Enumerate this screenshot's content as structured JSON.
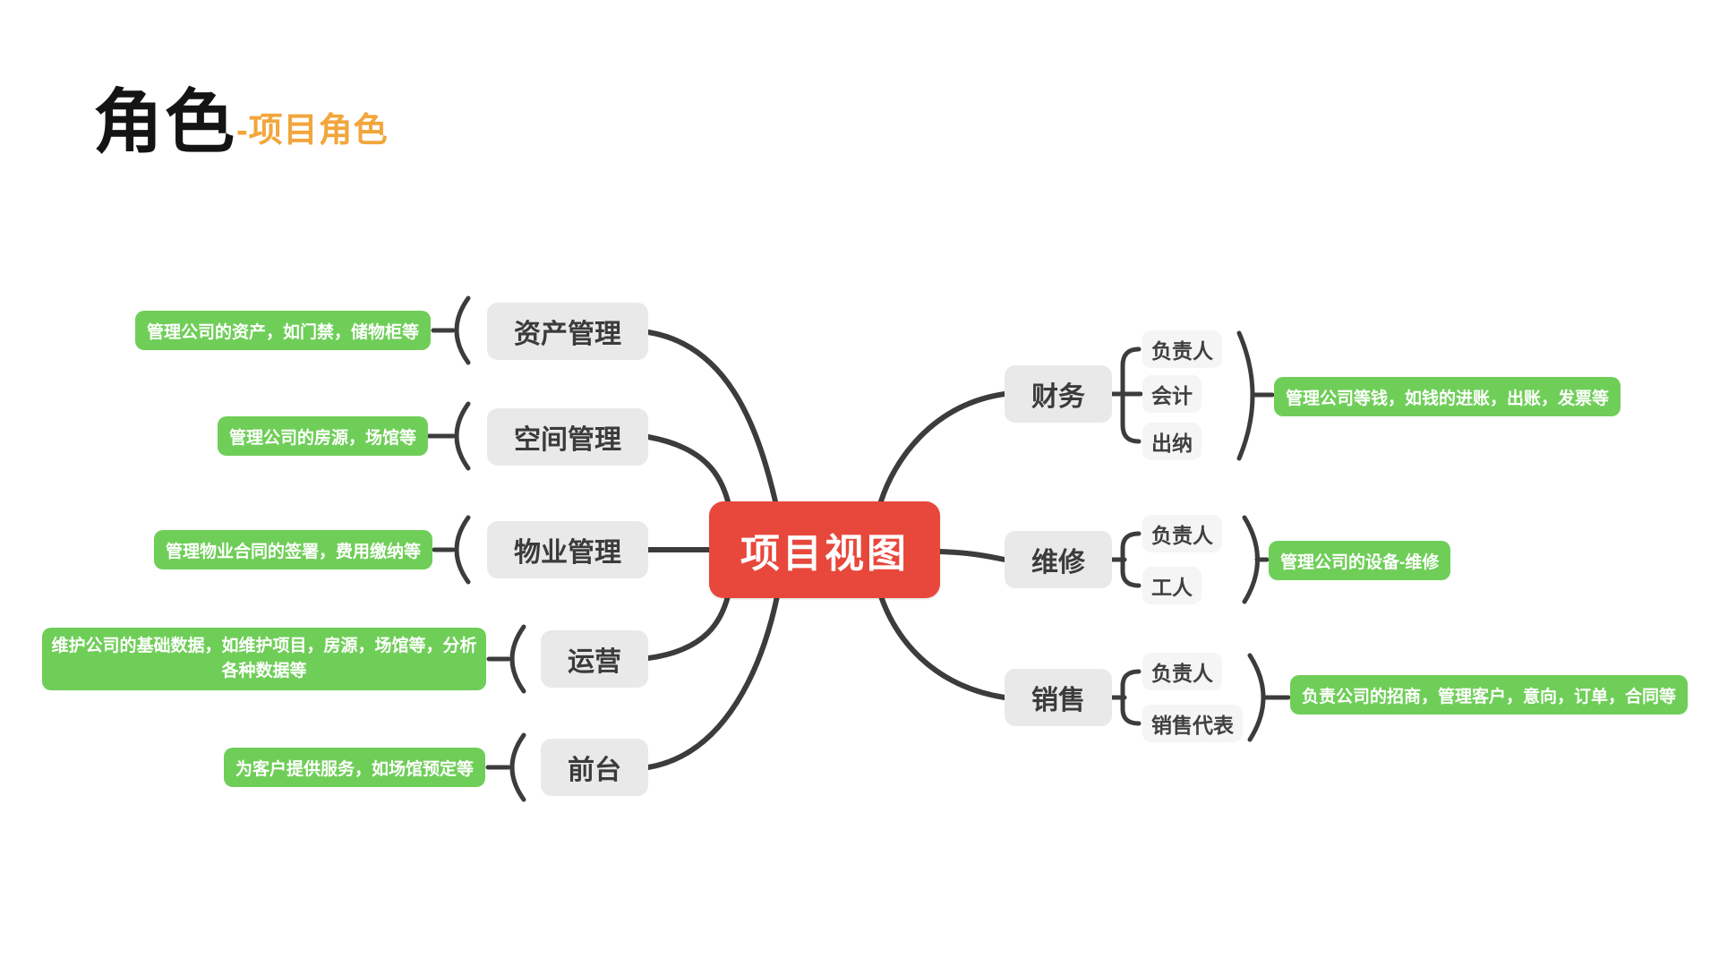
{
  "title": {
    "main": "角色",
    "sub": "-项目角色"
  },
  "colors": {
    "center_bg": "#E8473C",
    "topic_bg": "#E9E9E9",
    "subtopic_bg": "#F5F5F5",
    "note_bg": "#6FCE58",
    "line": "#3C3C3C",
    "title_accent": "#F2A63C"
  },
  "center": {
    "label": "项目视图"
  },
  "left_branches": [
    {
      "label": "资产管理",
      "note": "管理公司的资产，如门禁，储物柜等"
    },
    {
      "label": "空间管理",
      "note": "管理公司的房源，场馆等"
    },
    {
      "label": "物业管理",
      "note": "管理物业合同的签署，费用缴纳等"
    },
    {
      "label": "运营",
      "note": "维护公司的基础数据，如维护项目，房源，场馆等，分析各种数据等"
    },
    {
      "label": "前台",
      "note": "为客户提供服务，如场馆预定等"
    }
  ],
  "right_branches": [
    {
      "label": "财务",
      "children": [
        "负责人",
        "会计",
        "出纳"
      ],
      "note": "管理公司等钱，如钱的进账，出账，发票等"
    },
    {
      "label": "维修",
      "children": [
        "负责人",
        "工人"
      ],
      "note": "管理公司的设备-维修"
    },
    {
      "label": "销售",
      "children": [
        "负责人",
        "销售代表"
      ],
      "note": "负责公司的招商，管理客户，意向，订单，合同等"
    }
  ]
}
